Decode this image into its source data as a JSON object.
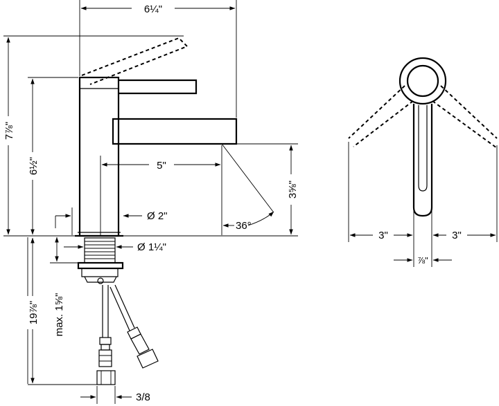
{
  "labels": {
    "width_top": "6¼\"",
    "height_total": "7⅞\"",
    "height_spout": "6½\"",
    "reach": "5\"",
    "spout_clear": "3⅝\"",
    "angle": "36°",
    "base_dia": "Ø 2\"",
    "shank_dia": "Ø 1¼\"",
    "supply_len": "19⅞\"",
    "max_mount": "max. 1⅝\"",
    "supply_fit": "3/8",
    "swing_left": "3\"",
    "swing_right": "3\"",
    "handle_w": "⅞\""
  }
}
